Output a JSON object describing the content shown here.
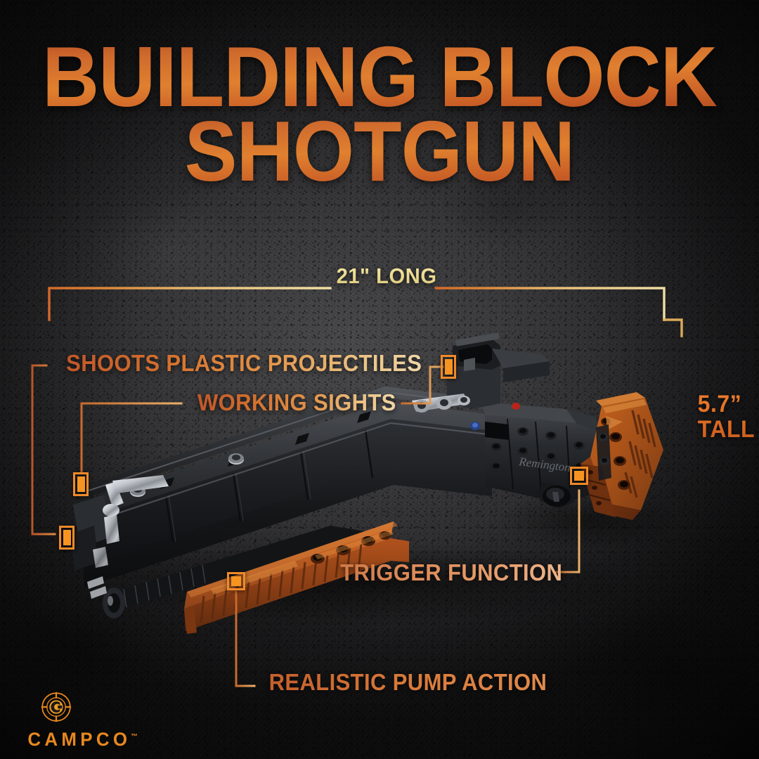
{
  "header": {
    "line1": "BUILDING BLOCK",
    "line2": "SHOTGUN",
    "accent_color": "#d4702e"
  },
  "dimensions": {
    "length": {
      "label": "21\" LONG",
      "color": "#ead98e"
    },
    "height": {
      "line1": "5.7”",
      "line2": "TALL",
      "color": "#e06d24"
    }
  },
  "features": [
    {
      "id": "shoots-plastic-projectiles",
      "label": "SHOOTS PLASTIC PROJECTILES"
    },
    {
      "id": "working-sights",
      "label": "WORKING SIGHTS"
    },
    {
      "id": "trigger-function",
      "label": "TRIGGER FUNCTION"
    },
    {
      "id": "realistic-pump-action",
      "label": "REALISTIC PUMP ACTION"
    }
  ],
  "product": {
    "brand_stamp": "Remington.",
    "body_color": "#1a1a1c",
    "accent_color": "#b4561f",
    "chrome_color": "#c9ccd1"
  },
  "brand": {
    "name": "CAMPCO",
    "trademark": "™",
    "mark_letter": "C",
    "color": "#e8881f"
  }
}
